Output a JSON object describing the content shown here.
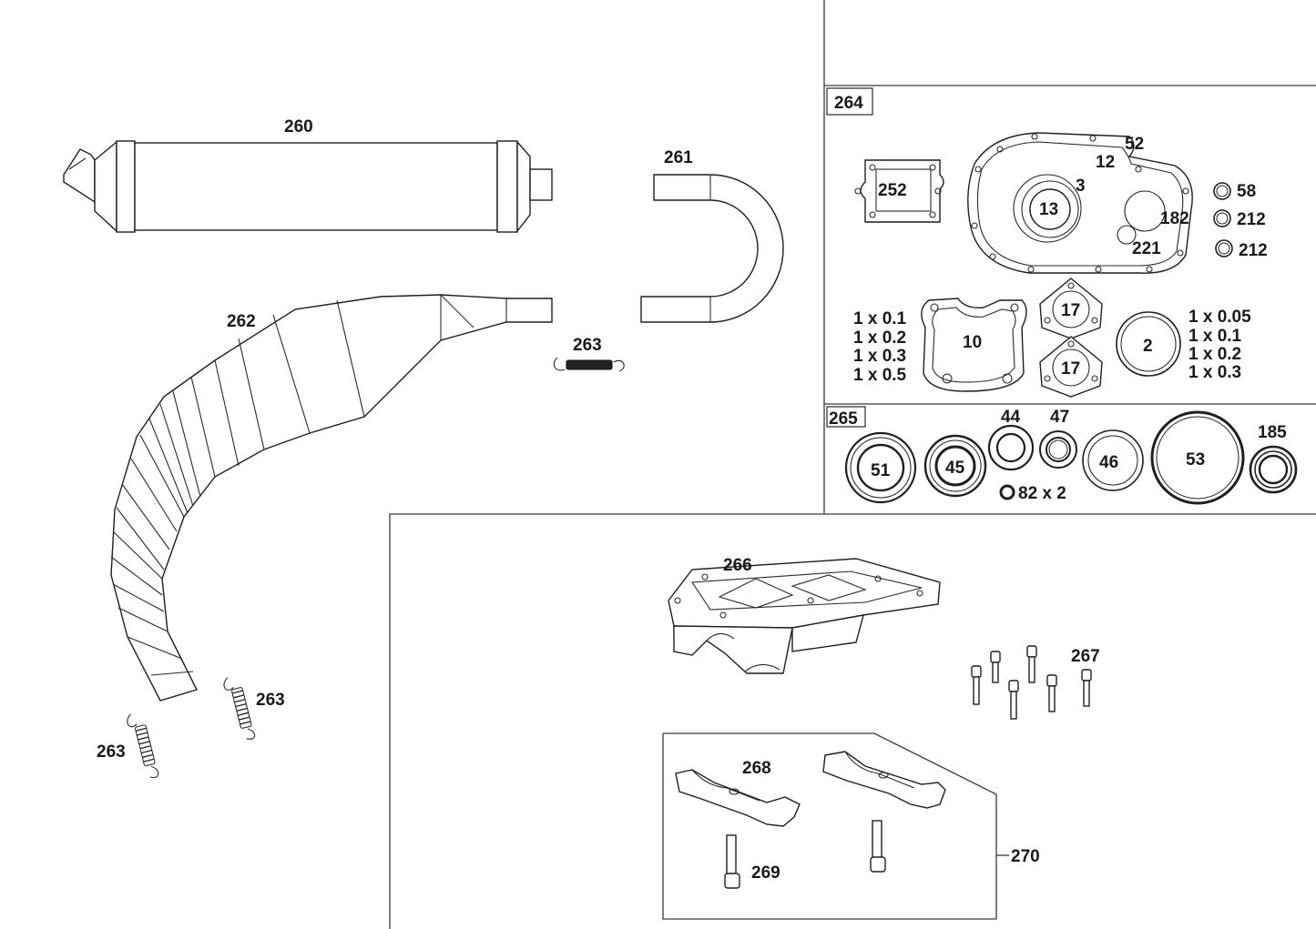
{
  "parts": {
    "p260": "260",
    "p261": "261",
    "p262": "262",
    "p263": "263",
    "p264": "264",
    "p265": "265",
    "p266": "266",
    "p267": "267",
    "p268": "268",
    "p269": "269",
    "p270": "270"
  },
  "gasket_kit": {
    "items": [
      "252",
      "52",
      "12",
      "3",
      "13",
      "182",
      "221",
      "58",
      "212",
      "212",
      "10",
      "17",
      "17",
      "2"
    ],
    "shim_left": [
      "1 x 0.1",
      "1 x 0.2",
      "1 x 0.3",
      "1 x 0.5"
    ],
    "shim_right": [
      "1 x 0.05",
      "1 x 0.1",
      "1 x 0.2",
      "1 x 0.3"
    ]
  },
  "seal_kit": {
    "items": [
      "51",
      "45",
      "44",
      "47",
      "46",
      "53",
      "185"
    ],
    "extra": "82 x 2"
  },
  "colors": {
    "line": "#1f1f1f",
    "background": "#ffffff"
  }
}
